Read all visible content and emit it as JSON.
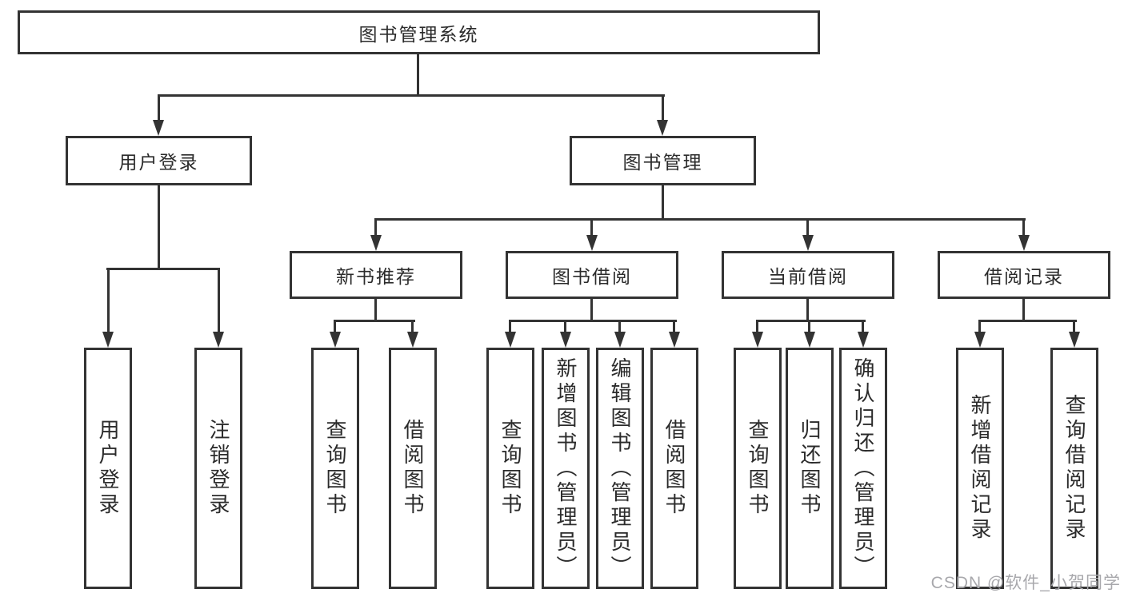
{
  "diagram_type": "hierarchy-tree",
  "colors": {
    "line": "#333333",
    "box_fill": "#ffffff",
    "text": "#2b2b2b",
    "watermark": "#a8a8ac"
  },
  "tree": {
    "label": "图书管理系统",
    "children": [
      {
        "label": "用户登录",
        "children": [
          {
            "label": "用户登录"
          },
          {
            "label": "注销登录"
          }
        ]
      },
      {
        "label": "图书管理",
        "children": [
          {
            "label": "新书推荐",
            "children": [
              {
                "label": "查询图书"
              },
              {
                "label": "借阅图书"
              }
            ]
          },
          {
            "label": "图书借阅",
            "children": [
              {
                "label": "查询图书"
              },
              {
                "label": "新增图书（管理员）"
              },
              {
                "label": "编辑图书（管理员）"
              },
              {
                "label": "借阅图书"
              }
            ]
          },
          {
            "label": "当前借阅",
            "children": [
              {
                "label": "查询图书"
              },
              {
                "label": "归还图书"
              },
              {
                "label": "确认归还（管理员）"
              }
            ]
          },
          {
            "label": "借阅记录",
            "children": [
              {
                "label": "新增借阅记录"
              },
              {
                "label": "查询借阅记录"
              }
            ]
          }
        ]
      }
    ]
  },
  "watermark": {
    "text": "CSDN @软件_小贺同学"
  }
}
